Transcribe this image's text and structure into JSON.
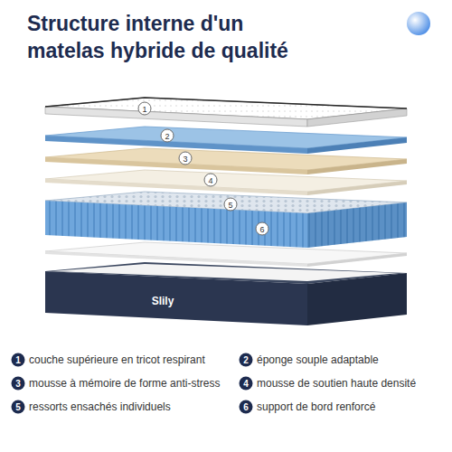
{
  "diagram": {
    "title": "Structure interne d'un matelas hybride de qualité",
    "labels": [
      "1",
      "2",
      "3",
      "4",
      "5",
      "6",
      "Slily",
      "1",
      "couche supérieure en tricot respirant",
      "2",
      "éponge souple adaptable",
      "3",
      "mousse à mémoire de forme anti-stress",
      "4",
      "mousse de soutien haute densité",
      "5",
      "ressorts ensachés individuels",
      "6",
      "support de bord renforcé"
    ]
  }
}
